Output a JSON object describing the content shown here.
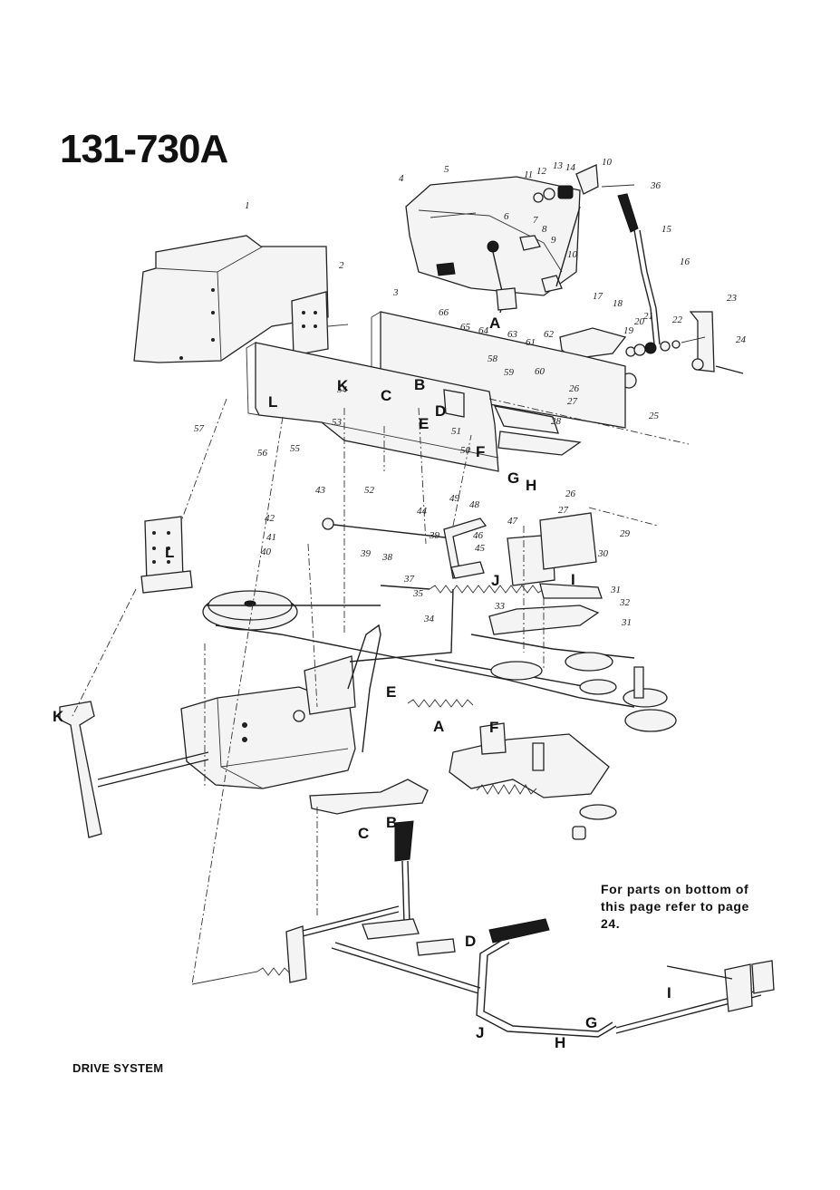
{
  "title": "131-730A",
  "footer": "DRIVE SYSTEM",
  "note": "For parts on bottom of\nthis page refer to page\n24.",
  "part_numbers": [
    {
      "n": "1"
    },
    {
      "n": "2"
    },
    {
      "n": "3"
    },
    {
      "n": "4"
    },
    {
      "n": "5"
    },
    {
      "n": "6"
    },
    {
      "n": "7"
    },
    {
      "n": "8"
    },
    {
      "n": "9"
    },
    {
      "n": "10"
    },
    {
      "n": "10"
    },
    {
      "n": "11"
    },
    {
      "n": "12"
    },
    {
      "n": "13"
    },
    {
      "n": "14"
    },
    {
      "n": "15"
    },
    {
      "n": "16"
    },
    {
      "n": "17"
    },
    {
      "n": "18"
    },
    {
      "n": "19"
    },
    {
      "n": "20"
    },
    {
      "n": "21"
    },
    {
      "n": "22"
    },
    {
      "n": "23"
    },
    {
      "n": "24"
    },
    {
      "n": "25"
    },
    {
      "n": "26"
    },
    {
      "n": "27"
    },
    {
      "n": "28"
    },
    {
      "n": "26"
    },
    {
      "n": "27"
    },
    {
      "n": "29"
    },
    {
      "n": "30"
    },
    {
      "n": "31"
    },
    {
      "n": "32"
    },
    {
      "n": "31"
    },
    {
      "n": "33"
    },
    {
      "n": "34"
    },
    {
      "n": "35"
    },
    {
      "n": "36"
    },
    {
      "n": "37"
    },
    {
      "n": "38"
    },
    {
      "n": "39"
    },
    {
      "n": "39"
    },
    {
      "n": "40"
    },
    {
      "n": "41"
    },
    {
      "n": "42"
    },
    {
      "n": "43"
    },
    {
      "n": "44"
    },
    {
      "n": "45"
    },
    {
      "n": "46"
    },
    {
      "n": "47"
    },
    {
      "n": "48"
    },
    {
      "n": "49"
    },
    {
      "n": "50"
    },
    {
      "n": "51"
    },
    {
      "n": "52"
    },
    {
      "n": "53"
    },
    {
      "n": "54"
    },
    {
      "n": "55"
    },
    {
      "n": "56"
    },
    {
      "n": "57"
    },
    {
      "n": "58"
    },
    {
      "n": "59"
    },
    {
      "n": "60"
    },
    {
      "n": "61"
    },
    {
      "n": "62"
    },
    {
      "n": "63"
    },
    {
      "n": "64"
    },
    {
      "n": "65"
    },
    {
      "n": "66"
    }
  ],
  "reference_letters": [
    {
      "l": "A"
    },
    {
      "l": "K"
    },
    {
      "l": "C"
    },
    {
      "l": "B"
    },
    {
      "l": "D"
    },
    {
      "l": "E"
    },
    {
      "l": "F"
    },
    {
      "l": "L"
    },
    {
      "l": "G"
    },
    {
      "l": "H"
    },
    {
      "l": "L"
    },
    {
      "l": "J"
    },
    {
      "l": "I"
    },
    {
      "l": "K"
    },
    {
      "l": "E"
    },
    {
      "l": "A"
    },
    {
      "l": "F"
    },
    {
      "l": "B"
    },
    {
      "l": "C"
    },
    {
      "l": "D"
    },
    {
      "l": "J"
    },
    {
      "l": "I"
    },
    {
      "l": "G"
    },
    {
      "l": "H"
    }
  ]
}
